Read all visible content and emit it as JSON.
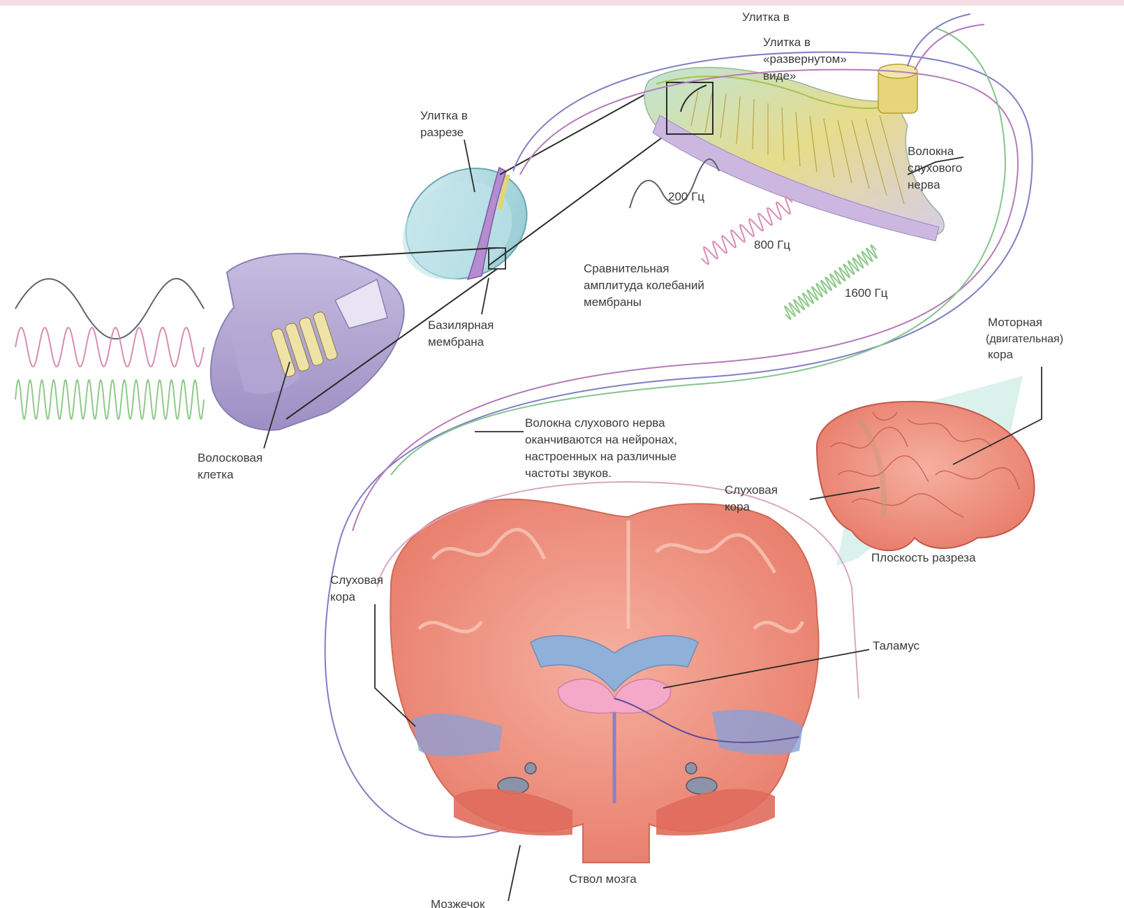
{
  "colors": {
    "top_band": "#f4dde3",
    "brain_pink": "#ee8a78",
    "brain_deep": "#e06c5c",
    "cochlea_yellow": "#e8da8a",
    "membrane_lilac": "#cbb7e0",
    "wave_gray": "#5c6470",
    "wave_pink": "#d98cb0",
    "wave_green": "#8fc98a",
    "nerve_blue": "#7f7fc4",
    "nerve_purple": "#b67ab9",
    "nerve_green": "#86c48c",
    "glass_teal": "#a6d8df",
    "thalamus_pink": "#f3a9c7",
    "ventricle_blue": "#8fb0d8",
    "auditory_blue": "#8aa0d8",
    "leader": "#2b2b2b"
  },
  "labels": {
    "cochlea_top": "Улитка в",
    "cochlea_unrolled_1": "Улитка в",
    "cochlea_unrolled_2": "«развернутом»",
    "cochlea_unrolled_3": "виде»",
    "cochlea_section_1": "Улитка в",
    "cochlea_section_2": "разрезе",
    "nerve_fibers_1": "Волокна",
    "nerve_fibers_2": "слухового",
    "nerve_fibers_3": "нерва",
    "freq_200": "200 Гц",
    "freq_800": "800 Гц",
    "freq_1600": "1600 Гц",
    "amplitude_1": "Сравнительная",
    "amplitude_2": "амплитуда колебаний",
    "amplitude_3": "мембраны",
    "basilar_1": "Базилярная",
    "basilar_2": "мембрана",
    "hair_cell_1": "Волосковая",
    "hair_cell_2": "клетка",
    "motor_cortex_1": "Моторная",
    "motor_cortex_2": "(двигательная)",
    "motor_cortex_3": "кора",
    "fibers_end_1": "Волокна слухового нерва",
    "fibers_end_2": "оканчиваются на нейронах,",
    "fibers_end_3": "настроенных на различные",
    "fibers_end_4": "частоты звуков.",
    "aud_cortex_right_1": "Слуховая",
    "aud_cortex_right_2": "кора",
    "section_plane": "Плоскость разреза",
    "aud_cortex_left_1": "Слуховая",
    "aud_cortex_left_2": "кора",
    "thalamus": "Таламус",
    "brainstem": "Ствол мозга",
    "cerebellum_cut": "Мозжечок"
  }
}
